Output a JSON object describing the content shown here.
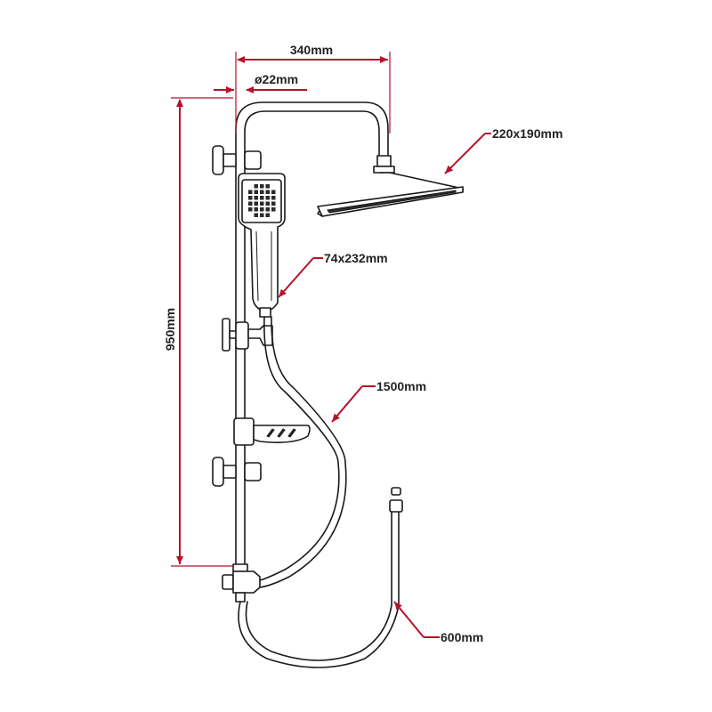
{
  "dimensions": {
    "width_label": "340mm",
    "diameter_label": "ø22mm",
    "height_label": "950mm",
    "overhead_shower_label": "220x190mm",
    "hand_shower_label": "74x232mm",
    "hose_label": "1500mm",
    "connection_hose_label": "600mm"
  },
  "colors": {
    "dimension_lines": "#b5122b",
    "outline": "#1a1a1a",
    "text": "#222222"
  }
}
